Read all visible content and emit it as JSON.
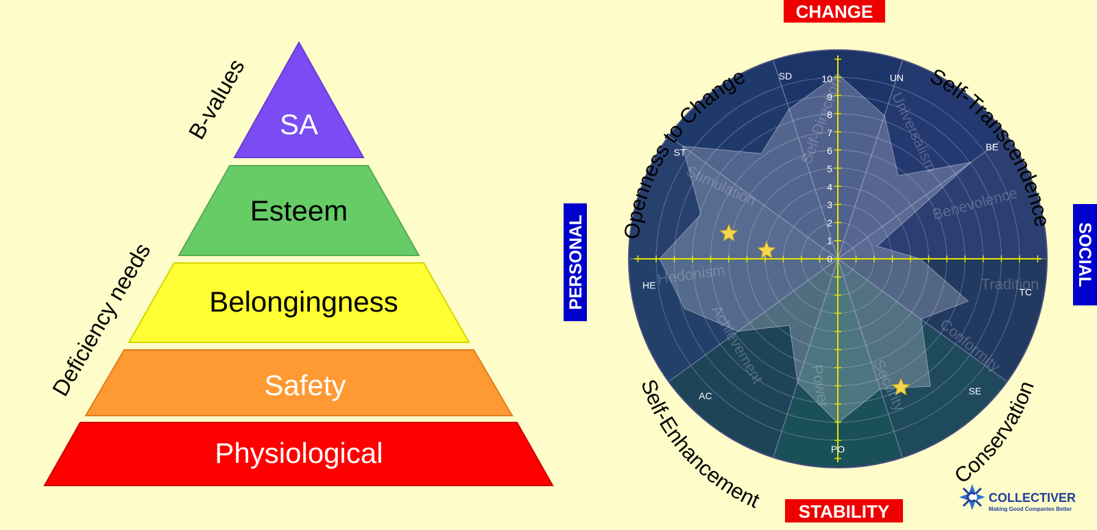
{
  "pyramid": {
    "tiers": [
      {
        "label": "SA",
        "fill": "#7b4cf4",
        "text_color": "#ffffff"
      },
      {
        "label": "Esteem",
        "fill": "#66cc66",
        "text_color": "#000000"
      },
      {
        "label": "Belongingness",
        "fill": "#ffff33",
        "text_color": "#000000"
      },
      {
        "label": "Safety",
        "fill": "#ff9933",
        "text_color": "#ffffff"
      },
      {
        "label": "Physiological",
        "fill": "#ff0000",
        "text_color": "#ffffff"
      }
    ],
    "side_labels": {
      "top": "B-values",
      "bottom": "Deficiency needs"
    }
  },
  "wheel": {
    "quadrant_boxes": {
      "top": "CHANGE",
      "bottom": "STABILITY",
      "left": "PERSONAL",
      "right": "SOCIAL"
    },
    "box_colors": {
      "vertical_axis": "#ee0000",
      "horizontal_axis": "#0000cc"
    },
    "curved_labels": {
      "openness": "Openness to Change",
      "transcendence": "Self-Transcendence",
      "conservation": "Conservation",
      "enhancement": "Self-Enhancement"
    },
    "sector_codes": [
      "SD",
      "UN",
      "BE",
      "TC",
      "SE",
      "PO",
      "AC",
      "HE",
      "ST"
    ],
    "sector_watermarks": [
      "Self-Direction",
      "Universalism",
      "Benevolence",
      "Tradition",
      "Conformity",
      "Security",
      "Power",
      "Achievement",
      "Hedonism",
      "Stimulation"
    ],
    "scale_ticks": [
      "0",
      "1",
      "2",
      "3",
      "4",
      "5",
      "6",
      "7",
      "8",
      "9",
      "10"
    ],
    "marker_icon": "star-icon",
    "marker_color": "#f5d64a",
    "axis_color": "#e6e600"
  },
  "brand": {
    "name": "COLLECTIVER",
    "tagline": "Making Good Companies Better",
    "logo_icon": "c-star-logo-icon",
    "color": "#1f3f9a"
  }
}
